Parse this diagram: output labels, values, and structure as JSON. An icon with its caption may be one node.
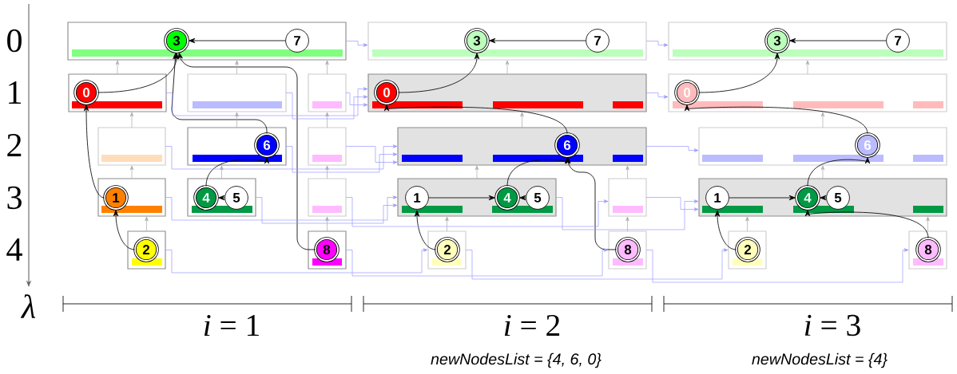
{
  "diagram": {
    "nodes": [
      {
        "text": [],
        "shape": "box"
      },
      {
        "text": [
          "3"
        ],
        "in": 0
      },
      {
        "text": [
          "7"
        ],
        "in": 0
      },
      {
        "text": [],
        "shape": "box"
      },
      {
        "text": [
          "0"
        ],
        "in": 3
      },
      {
        "text": [],
        "shape": "box"
      },
      {
        "text": [],
        "shape": "box"
      },
      {
        "text": [],
        "shape": "box"
      },
      {
        "text": [],
        "shape": "box"
      },
      {
        "text": [
          "6"
        ],
        "in": 8
      },
      {
        "text": [],
        "shape": "box"
      },
      {
        "text": [],
        "shape": "box"
      },
      {
        "text": [
          "1"
        ],
        "in": 11
      },
      {
        "text": [],
        "shape": "box"
      },
      {
        "text": [
          "4"
        ],
        "in": 13
      },
      {
        "text": [
          "5"
        ],
        "in": 13
      },
      {
        "text": [],
        "shape": "box"
      },
      {
        "text": [],
        "shape": "box"
      },
      {
        "text": [
          "2"
        ],
        "in": 17
      },
      {
        "text": [],
        "shape": "box"
      },
      {
        "text": [
          "8"
        ],
        "in": 19
      },
      {
        "text": [],
        "shape": "box"
      },
      {
        "text": [
          "3"
        ],
        "in": 21
      },
      {
        "text": [
          "7"
        ],
        "in": 21
      },
      {
        "text": [],
        "shape": "box"
      },
      {
        "text": [
          "0"
        ],
        "in": 24
      },
      {
        "text": [],
        "shape": "box"
      },
      {
        "text": [
          "6"
        ],
        "in": 26
      },
      {
        "text": [],
        "shape": "box"
      },
      {
        "text": [
          "1"
        ],
        "in": 28
      },
      {
        "text": [
          "4"
        ],
        "in": 28
      },
      {
        "text": [
          "5"
        ],
        "in": 28
      },
      {
        "text": [],
        "shape": "box"
      },
      {
        "text": [],
        "shape": "box"
      },
      {
        "text": [
          "2"
        ],
        "in": 33
      },
      {
        "text": [],
        "shape": "box"
      },
      {
        "text": [
          "8"
        ],
        "in": 35
      },
      {
        "text": [],
        "shape": "box"
      },
      {
        "text": [
          "3"
        ],
        "in": 37
      },
      {
        "text": [
          "7"
        ],
        "in": 37
      },
      {
        "text": [],
        "shape": "box"
      },
      {
        "text": [
          "0"
        ],
        "in": 40
      },
      {
        "text": [],
        "shape": "box"
      },
      {
        "text": [
          "6"
        ],
        "in": 42
      },
      {
        "text": [],
        "shape": "box"
      },
      {
        "text": [
          "1"
        ],
        "in": 44
      },
      {
        "text": [
          "4"
        ],
        "in": 44
      },
      {
        "text": [
          "5"
        ],
        "in": 44
      },
      {
        "text": [],
        "shape": "box"
      },
      {
        "text": [
          "2"
        ],
        "in": 48
      },
      {
        "text": [],
        "shape": "box"
      },
      {
        "text": [
          "8"
        ],
        "in": 50
      }
    ],
    "edges": [
      {
        "from": 2,
        "to": 1,
        "arrow": "to"
      },
      {
        "from": 4,
        "to": 1,
        "arrow": "to"
      },
      {
        "from": 9,
        "to": 1,
        "arrow": "to"
      },
      {
        "from": 20,
        "to": 1,
        "arrow": "to"
      },
      {
        "from": 12,
        "to": 4,
        "arrow": "to"
      },
      {
        "from": 18,
        "to": 12,
        "arrow": "to"
      },
      {
        "from": 14,
        "to": 9,
        "arrow": "to"
      },
      {
        "from": 15,
        "to": 14,
        "arrow": "to"
      },
      {
        "from": 23,
        "to": 22,
        "arrow": "to"
      },
      {
        "from": 25,
        "to": 22,
        "arrow": "to"
      },
      {
        "from": 27,
        "to": 25,
        "arrow": "to"
      },
      {
        "from": 30,
        "to": 27,
        "arrow": "to"
      },
      {
        "from": 31,
        "to": 30,
        "arrow": "to"
      },
      {
        "from": 29,
        "to": 30,
        "arrow": "to"
      },
      {
        "from": 34,
        "to": 29,
        "arrow": "to"
      },
      {
        "from": 36,
        "to": 27,
        "arrow": "to"
      },
      {
        "from": 39,
        "to": 38,
        "arrow": "to"
      },
      {
        "from": 41,
        "to": 38,
        "arrow": "to"
      },
      {
        "from": 43,
        "to": 41,
        "arrow": "to"
      },
      {
        "from": 46,
        "to": 43,
        "arrow": "to"
      },
      {
        "from": 47,
        "to": 46,
        "arrow": "to"
      },
      {
        "from": 45,
        "to": 46,
        "arrow": "to"
      },
      {
        "from": 49,
        "to": 45,
        "arrow": "to"
      },
      {
        "from": 51,
        "to": 46,
        "arrow": "to"
      },
      {
        "from": 3,
        "to": 0,
        "arrow": "to",
        "color": "#aaaaaa"
      },
      {
        "from": 5,
        "to": 0,
        "arrow": "to",
        "color": "#aaaaaa"
      },
      {
        "from": 6,
        "to": 0,
        "arrow": "to",
        "color": "#aaaaaa"
      },
      {
        "from": 7,
        "to": 3,
        "arrow": "to",
        "color": "#aaaaaa"
      },
      {
        "from": 8,
        "to": 5,
        "arrow": "to",
        "color": "#aaaaaa"
      },
      {
        "from": 10,
        "to": 6,
        "arrow": "to",
        "color": "#aaaaaa"
      },
      {
        "from": 11,
        "to": 7,
        "arrow": "to",
        "color": "#aaaaaa"
      },
      {
        "from": 13,
        "to": 8,
        "arrow": "to",
        "color": "#aaaaaa"
      },
      {
        "from": 16,
        "to": 10,
        "arrow": "to",
        "color": "#aaaaaa"
      },
      {
        "from": 17,
        "to": 11,
        "arrow": "to",
        "color": "#aaaaaa"
      },
      {
        "from": 19,
        "to": 16,
        "arrow": "to",
        "color": "#aaaaaa"
      },
      {
        "from": 24,
        "to": 21,
        "arrow": "to",
        "color": "#aaaaaa"
      },
      {
        "from": 26,
        "to": 24,
        "arrow": "to",
        "color": "#aaaaaa"
      },
      {
        "from": 28,
        "to": 26,
        "arrow": "to",
        "color": "#aaaaaa"
      },
      {
        "from": 32,
        "to": 26,
        "arrow": "to",
        "color": "#aaaaaa"
      },
      {
        "from": 33,
        "to": 28,
        "arrow": "to",
        "color": "#aaaaaa"
      },
      {
        "from": 35,
        "to": 32,
        "arrow": "to",
        "color": "#aaaaaa"
      },
      {
        "from": 40,
        "to": 37,
        "arrow": "to",
        "color": "#aaaaaa"
      },
      {
        "from": 42,
        "to": 40,
        "arrow": "to",
        "color": "#aaaaaa"
      },
      {
        "from": 44,
        "to": 42,
        "arrow": "to",
        "color": "#aaaaaa"
      },
      {
        "from": 48,
        "to": 44,
        "arrow": "to",
        "color": "#aaaaaa"
      },
      {
        "from": 50,
        "to": 44,
        "arrow": "to",
        "color": "#aaaaaa"
      },
      {
        "from": 0,
        "to": 21,
        "arrow": "to",
        "color": "#9999ff"
      },
      {
        "from": 3,
        "to": 24,
        "arrow": "to",
        "color": "#9999ff"
      },
      {
        "from": 5,
        "to": 24,
        "arrow": "to",
        "color": "#9999ff"
      },
      {
        "from": 6,
        "to": 24,
        "arrow": "to",
        "color": "#9999ff"
      },
      {
        "from": 7,
        "to": 26,
        "arrow": "to",
        "color": "#9999ff"
      },
      {
        "from": 8,
        "to": 26,
        "arrow": "to",
        "color": "#9999ff"
      },
      {
        "from": 10,
        "to": 26,
        "arrow": "to",
        "color": "#9999ff"
      },
      {
        "from": 11,
        "to": 28,
        "arrow": "to",
        "color": "#9999ff"
      },
      {
        "from": 13,
        "to": 28,
        "arrow": "to",
        "color": "#9999ff"
      },
      {
        "from": 16,
        "to": 32,
        "arrow": "to",
        "color": "#9999ff"
      },
      {
        "from": 17,
        "to": 33,
        "arrow": "to",
        "color": "#9999ff"
      },
      {
        "from": 19,
        "to": 35,
        "arrow": "to",
        "color": "#9999ff"
      },
      {
        "from": 21,
        "to": 37,
        "arrow": "to",
        "color": "#9999ff"
      },
      {
        "from": 24,
        "to": 40,
        "arrow": "to",
        "color": "#9999ff"
      },
      {
        "from": 26,
        "to": 42,
        "arrow": "to",
        "color": "#9999ff"
      },
      {
        "from": 28,
        "to": 44,
        "arrow": "to",
        "color": "#9999ff"
      },
      {
        "from": 32,
        "to": 44,
        "arrow": "to",
        "color": "#9999ff"
      },
      {
        "from": 33,
        "to": 48,
        "arrow": "to",
        "color": "#9999ff"
      },
      {
        "from": 35,
        "to": 50,
        "arrow": "to",
        "color": "#9999ff"
      }
    ],
    "labels": [
      "0",
      "1",
      "2",
      "3",
      "4",
      "λ",
      "*i* = 1",
      "*i* = 2",
      "*i* = 3",
      "newNodesList = {4, 6, 0}",
      "newNodesList = {4}"
    ]
  }
}
